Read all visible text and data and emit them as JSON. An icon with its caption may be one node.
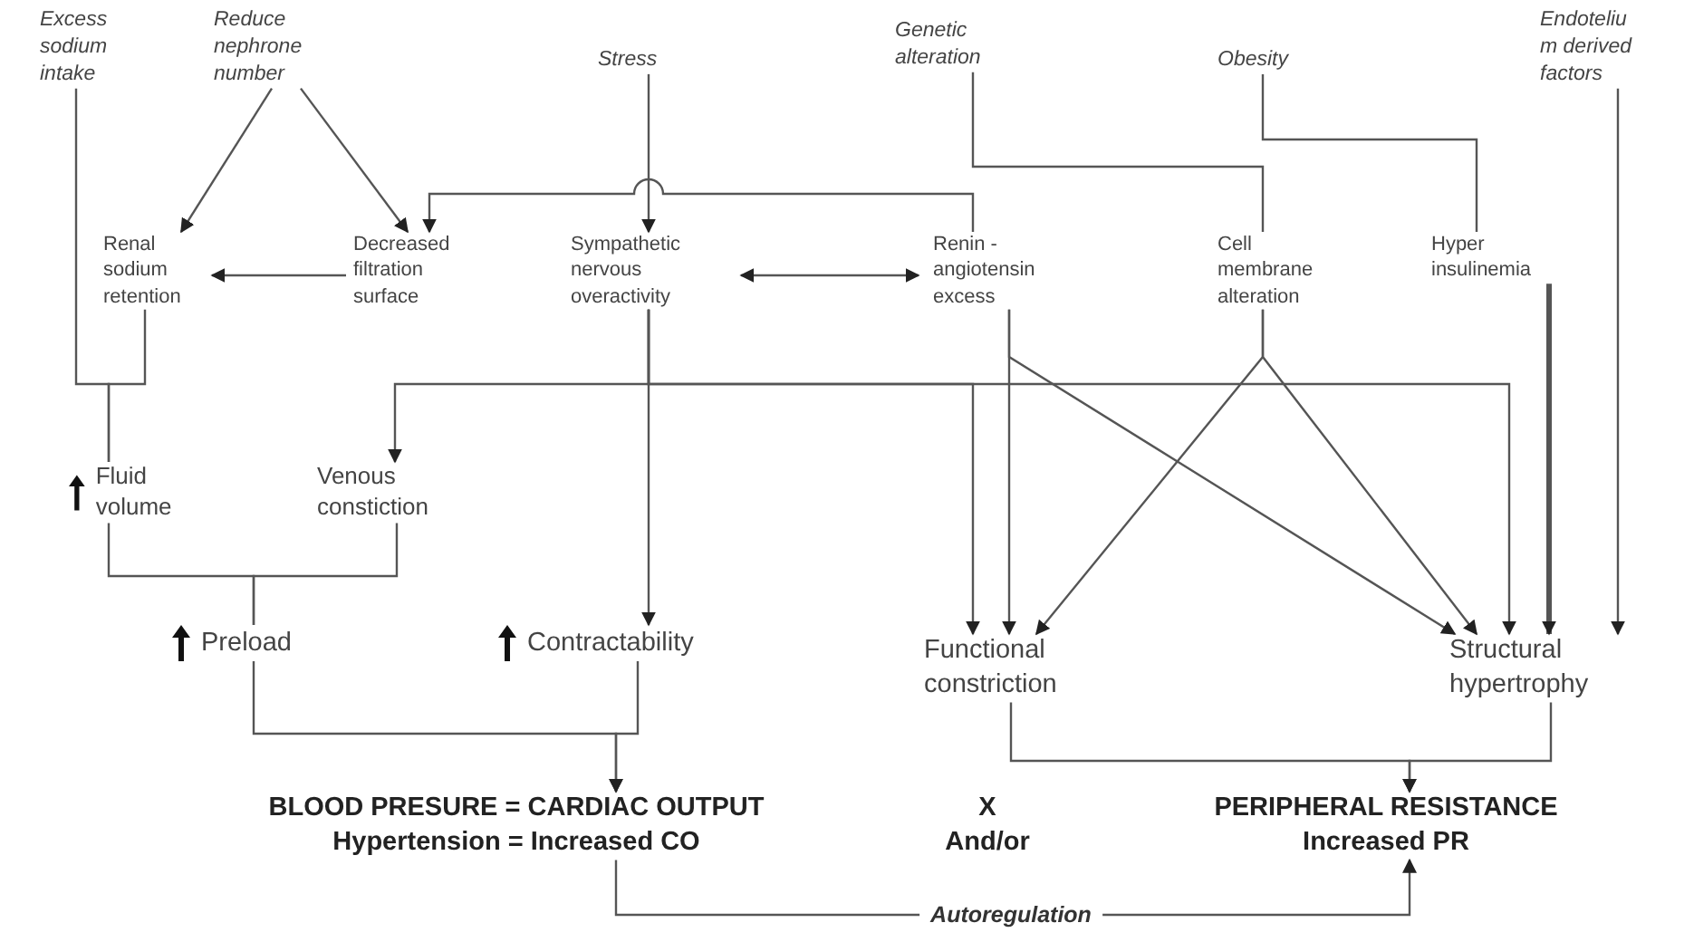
{
  "diagram": {
    "nodes": [
      {
        "text": [
          "Excess sodium intake"
        ]
      },
      {
        "text": [
          "Reduce nephrone number"
        ]
      },
      {
        "text": [
          "Stress"
        ]
      },
      {
        "text": [
          "Genetic alteration"
        ]
      },
      {
        "text": [
          "Obesity"
        ]
      },
      {
        "text": [
          "Endoteliu m derived factors"
        ]
      },
      {
        "text": [
          "Renal sodium retention"
        ]
      },
      {
        "text": [
          "Decreased filtration surface"
        ]
      },
      {
        "text": [
          "Sympathetic nervous overactivity"
        ]
      },
      {
        "text": [
          "Renin - angiotensin excess"
        ]
      },
      {
        "text": [
          "Cell membrane alteration"
        ]
      },
      {
        "text": [
          "Hyper insulinemia"
        ]
      },
      {
        "text": [
          "Fluid volume"
        ]
      },
      {
        "text": [
          "Venous constiction"
        ]
      },
      {
        "text": [
          "Preload"
        ]
      },
      {
        "text": [
          "Contractability"
        ]
      },
      {
        "text": [
          "Functional constriction"
        ]
      },
      {
        "text": [
          "Structural hypertrophy"
        ]
      },
      {
        "text": [
          "BLOOD PRESURE = CARDIAC OUTPUT",
          "Hypertension = Increased CO"
        ]
      },
      {
        "text": [
          "X",
          "And/or"
        ]
      },
      {
        "text": [
          "PERIPHERAL RESISTANCE",
          "Increased PR"
        ]
      }
    ],
    "edges": [
      {
        "from": 1,
        "to": 6,
        "arrow": "to"
      },
      {
        "from": 1,
        "to": 7,
        "arrow": "to"
      },
      {
        "from": 7,
        "to": 6,
        "arrow": "to"
      },
      {
        "from": 2,
        "to": 8,
        "arrow": "to"
      },
      {
        "from": 9,
        "to": 7,
        "arrow": "to"
      },
      {
        "from": 8,
        "to": 9,
        "arrow": "both"
      },
      {
        "from": 3,
        "to": 10,
        "arrow": "none"
      },
      {
        "from": 4,
        "to": 11,
        "arrow": "none"
      },
      {
        "from": 0,
        "to": 12,
        "arrow": "none"
      },
      {
        "from": 6,
        "to": 12,
        "arrow": "none"
      },
      {
        "from": 8,
        "to": 13,
        "arrow": "to"
      },
      {
        "from": 8,
        "to": 16,
        "arrow": "to"
      },
      {
        "from": 8,
        "to": 17,
        "arrow": "to"
      },
      {
        "from": 8,
        "to": 15,
        "arrow": "to"
      },
      {
        "from": 9,
        "to": 16,
        "arrow": "to"
      },
      {
        "from": 9,
        "to": 17,
        "arrow": "to"
      },
      {
        "from": 10,
        "to": 16,
        "arrow": "to"
      },
      {
        "from": 10,
        "to": 17,
        "arrow": "to"
      },
      {
        "from": 11,
        "to": 17,
        "arrow": "to",
        "style": "thick"
      },
      {
        "from": 5,
        "to": 17,
        "arrow": "to"
      },
      {
        "from": 12,
        "to": 14,
        "arrow": "none"
      },
      {
        "from": 13,
        "to": 14,
        "arrow": "none"
      },
      {
        "from": 14,
        "to": 18,
        "arrow": "to"
      },
      {
        "from": 15,
        "to": 18,
        "arrow": "to"
      },
      {
        "from": 16,
        "to": 20,
        "arrow": "to"
      },
      {
        "from": 17,
        "to": 20,
        "arrow": "to"
      },
      {
        "from": 18,
        "to": 20,
        "arrow": "to",
        "label": "Autoregulation"
      }
    ]
  }
}
